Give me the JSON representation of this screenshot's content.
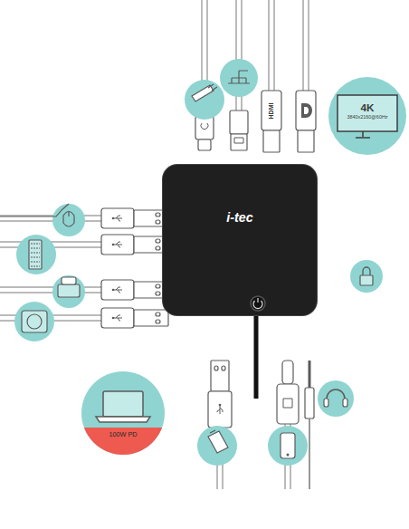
{
  "diagram": {
    "nodes": [
      {
        "text": [
          "i-tec"
        ]
      },
      {
        "text": [
          "4K",
          "3840x2160@60Hz"
        ]
      },
      {
        "text": [
          "100W PD"
        ]
      }
    ],
    "labels": [
      "HDMI"
    ]
  }
}
